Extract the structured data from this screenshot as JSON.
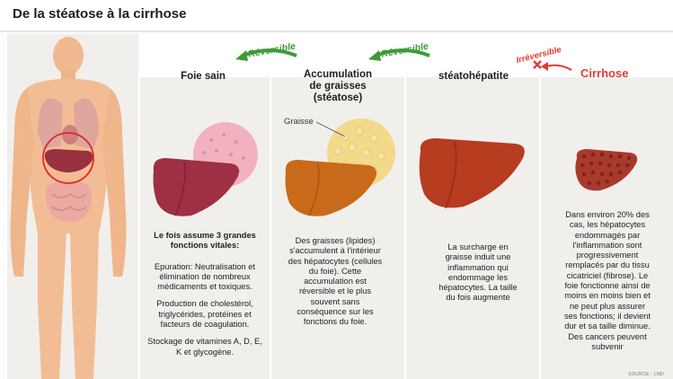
{
  "header": {
    "title": "De la stéatose à la cirrhose"
  },
  "stages": [
    {
      "heading": "Foie sain",
      "intro": "Le fois assume 3 grandes fonctions vitales:",
      "paragraphs": [
        "Epuration: Neutralisation et élimination de nombreux médicaments et toxiques.",
        "Production de cholestérol, triglycérides, protéines et facteurs de coagulation.",
        "Stockage de vitamines A, D, E, K et glycogène."
      ]
    },
    {
      "heading_lines": [
        "Accumulation",
        "de graisses",
        "(stéatose)"
      ],
      "zoom_label": "Graisse",
      "paragraph": "Des graisses (lipides) s'accumulent à l'intérieur des hépatocytes (cellules du foie). Cette accumulation est réversible et le plus souvent sans conséquence sur les fonctions du foie."
    },
    {
      "heading": "stéatohépatite",
      "paragraph": "La surcharge en graisse induit une inflammation qui endommage les hépatocytes. La taille du fois augmente"
    },
    {
      "heading": "Cirrhose",
      "paragraph": "Dans environ 20% des cas, les hépatocytes endommagés par l'inflammation sont progressivement remplacés par du tissu cicatriciel (fibrose). Le foie fonctionne ainsi de moins en moins bien et ne peut plus assurer ses fonctions; il devient dur et sa taille diminue. Des cancers peuvent subvenir"
    }
  ],
  "transitions": [
    {
      "label": "Réversible",
      "color": "#3e9b38"
    },
    {
      "label": "Réversible",
      "color": "#3e9b38"
    },
    {
      "label": "Irréversible",
      "color": "#e33a2f"
    }
  ],
  "footer": {
    "source": "SOURCE : LMD"
  }
}
